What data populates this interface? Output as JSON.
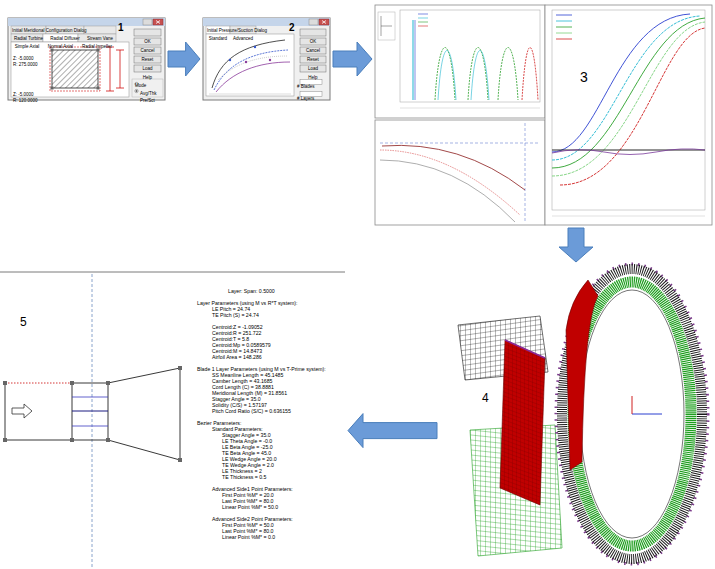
{
  "diagram": {
    "nodes": [
      {
        "text": [
          "Initial Meridional Configuration Dialog",
          "1"
        ]
      },
      {
        "text": [
          "Initial Pressure/Suction Dialog",
          "2"
        ]
      },
      {
        "text": [
          "3"
        ]
      },
      {
        "text": [
          "4"
        ]
      },
      {
        "text": [
          "5"
        ]
      }
    ],
    "edges": [
      {
        "from": 0,
        "to": 1,
        "arrow": "to"
      },
      {
        "from": 1,
        "to": 2,
        "arrow": "to"
      },
      {
        "from": 2,
        "to": 3,
        "arrow": "to"
      },
      {
        "from": 3,
        "to": 4,
        "arrow": "to"
      }
    ],
    "labels": [
      "Radial Turbine",
      "Radial Diffuser",
      "Stream Vane",
      "Simple Axial",
      "Normal Axial",
      "Radial Impeller",
      "OK",
      "Cancel",
      "Reset",
      "Load",
      "Help",
      "Z: -5.0000",
      "R: 275.0000",
      "Z: -5.0000",
      "R: 120.0000",
      "Mode",
      "Avg/Thk",
      "Pre/Sct",
      "Standard",
      "Advanced",
      "OK",
      "Cancel",
      "Reset",
      "Load",
      "Help",
      "# Blades",
      "# Layers",
      "Layer: Span: 0.5000",
      "Layer Parameters (using M vs R*T system):",
      "LE Pitch = 24.74",
      "TE Pitch (S) = 24.74",
      "Centroid:Z = -1.09052",
      "Centroid:R = 251.722",
      "Centroid:T = 5.8",
      "Centroid:Mp = 0.0589579",
      "Centroid:M = 14.8473",
      "Airfoil Area = 148.286",
      "Blade 1 Layer Parameters (using M vs T-Prime system):",
      "SS Meanline Length = 45.1485",
      "Camber Length = 43.1685",
      "Cord Length (C) = 38.8881",
      "Meridional Length (M) = 31.8561",
      "Stagger Angle = 35.0",
      "Solidity (C/S) = 1.57197",
      "Pitch Cord Ratio (S/C) = 0.636155",
      "Bezier Parameters:",
      "Standard Parameters:",
      "Stagger Angle = 35.0",
      "LE Theta Angle = -0.0",
      "LE Beta Angle = -25.0",
      "TE Beta Angle = 45.0",
      "LE Wedge Angle = 20.0",
      "TE Wedge Angle = 2.0",
      "LE Thickness = 2",
      "TE Thickness = 0.5",
      "Advanced Side1 Point Parameters:",
      "First Point %M* = 20.0",
      "Last Point %M* = 80.0",
      "Linear Point %M* = 50.0",
      "Advanced Side2 Point Parameters:",
      "First Point %M* = 50.0",
      "Last Point %M* = 80.0",
      "Linear Point %M* = 0.0"
    ]
  }
}
